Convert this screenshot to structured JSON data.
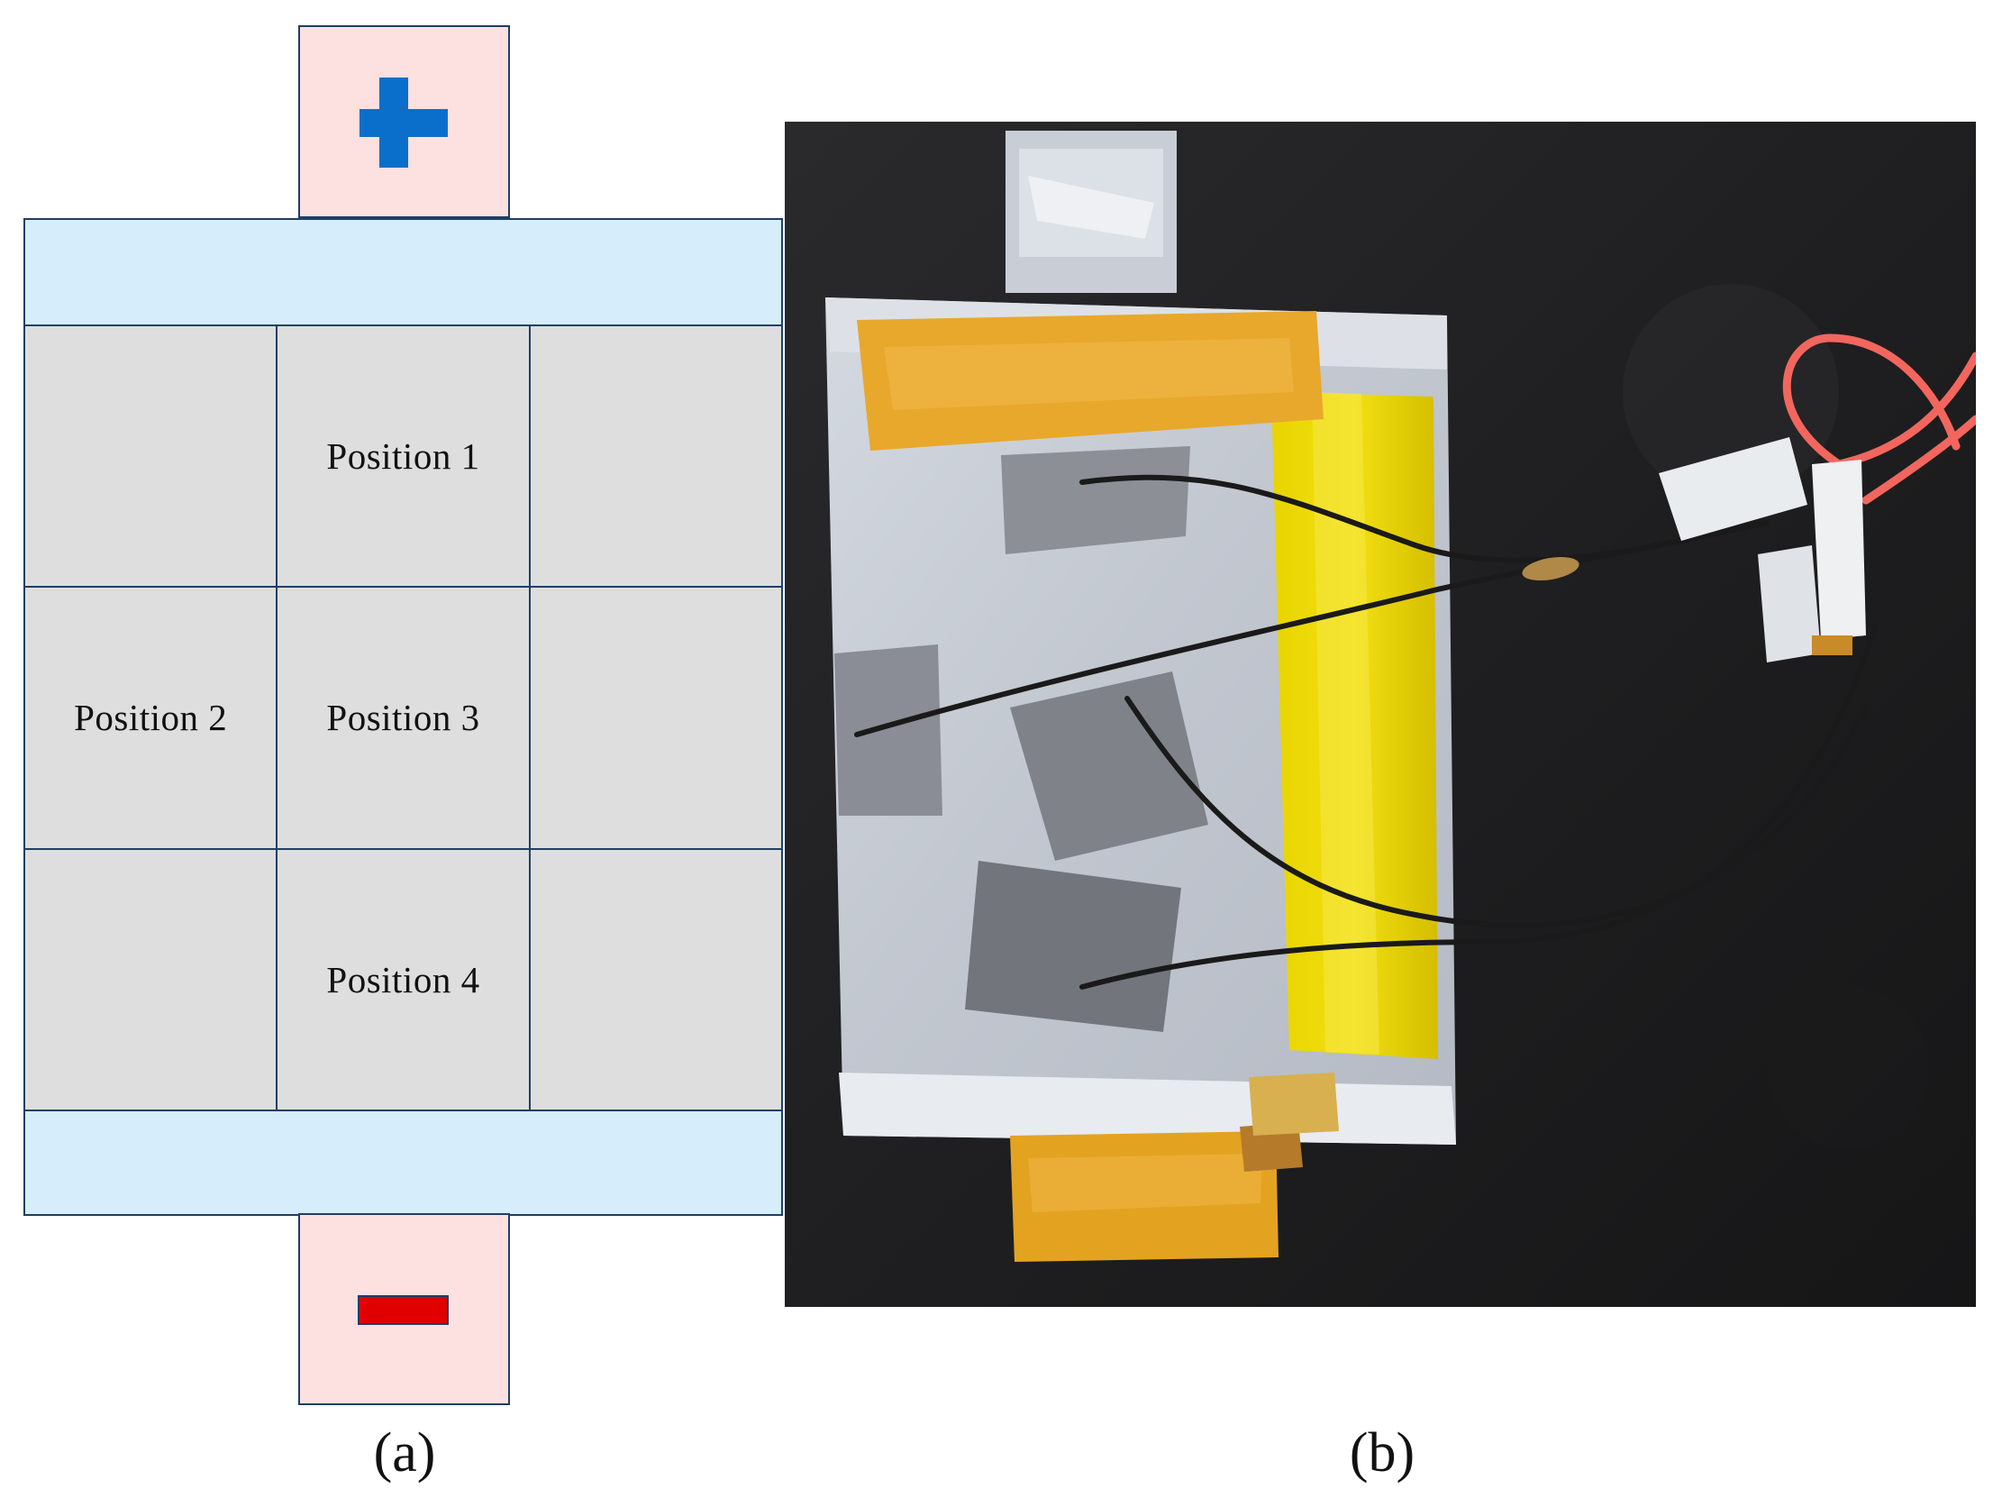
{
  "panel_a": {
    "label": "(a)",
    "cells": [
      "",
      "Position 1",
      "",
      "Position 2",
      "Position 3",
      "",
      "",
      "Position 4",
      ""
    ],
    "colors": {
      "tab_fill": "#fde0e0",
      "strip_fill": "#d6edfc",
      "cell_fill": "#dedede",
      "border": "#1f3f64",
      "plus": "#0a6fcb",
      "minus": "#e00000"
    }
  },
  "panel_b": {
    "label": "(b)",
    "image": "photo of pouch cell with thermocouples on dark background"
  }
}
